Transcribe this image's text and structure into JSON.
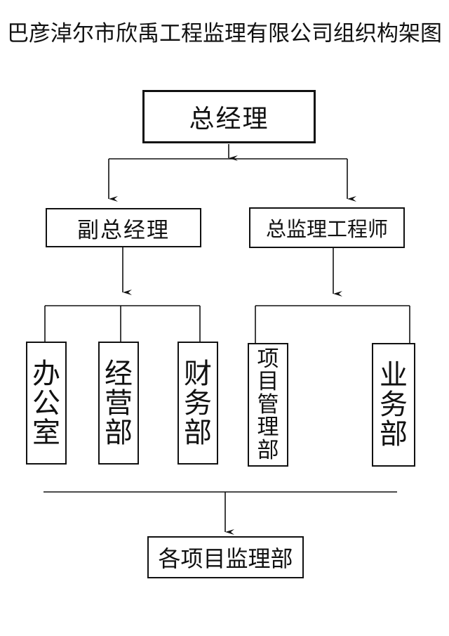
{
  "title": "巴彦淖尔市欣禹工程监理有限公司组织构架图",
  "top": {
    "label": "总经理"
  },
  "level2": {
    "left": {
      "label": "副总经理"
    },
    "right": {
      "label": "总监理工程师"
    }
  },
  "departments": {
    "office": "办公室",
    "business": "经营部",
    "finance": "财务部",
    "project_mgmt": "项目管理部",
    "operations": "业务部"
  },
  "bottom": {
    "label": "各项目监理部"
  }
}
